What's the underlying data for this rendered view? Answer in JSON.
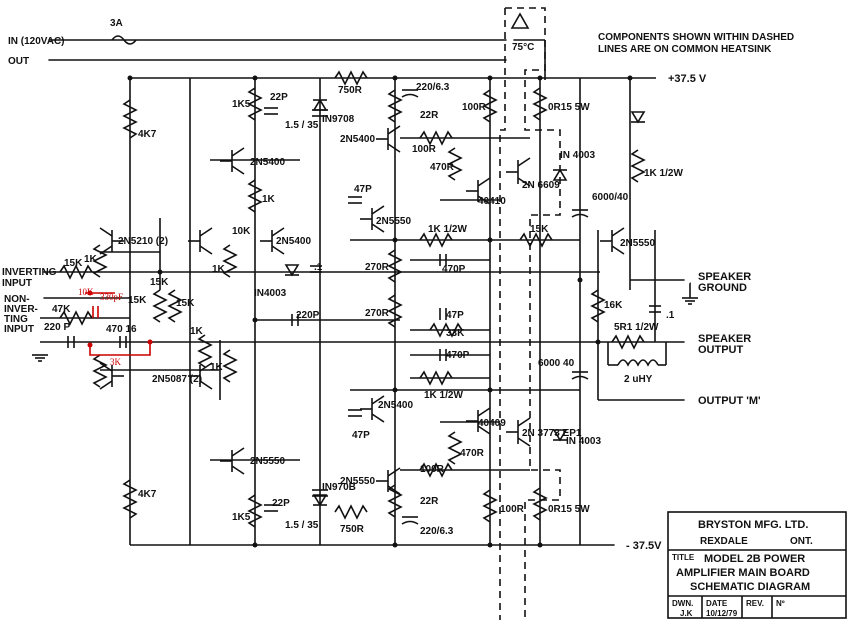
{
  "input": {
    "ac": "IN (120VAC)",
    "out": "OUT",
    "fuse": "3A",
    "thermal": "75°C"
  },
  "note": [
    "COMPONENTS SHOWN WITHIN DASHED",
    "LINES ARE ON COMMON HEATSINK"
  ],
  "rails": {
    "pos": "+37.5 V",
    "neg": "- 37.5V"
  },
  "terminals": {
    "inv": [
      "INVERTING",
      "INPUT"
    ],
    "noninv": [
      "NON-",
      "INVER-",
      "TING",
      "INPUT"
    ],
    "spk_gnd": [
      "SPEAKER",
      "GROUND"
    ],
    "spk_out": [
      "SPEAKER",
      "OUTPUT"
    ],
    "out_m": "OUTPUT 'M'"
  },
  "components": [
    {
      "id": "r-4k7-top",
      "label": "4K7"
    },
    {
      "id": "r-1k5-top",
      "label": "1K5"
    },
    {
      "id": "c-22p-top",
      "label": "22P"
    },
    {
      "id": "c-1-5-35-top",
      "label": "1.5 / 35"
    },
    {
      "id": "r-750r-top",
      "label": "750R"
    },
    {
      "id": "d-in9708",
      "label": "IN9708"
    },
    {
      "id": "c-220-63-top",
      "label": "220/6.3"
    },
    {
      "id": "r-22r-top",
      "label": "22R"
    },
    {
      "id": "r-100r-top-a",
      "label": "100R"
    },
    {
      "id": "r-100r-top-b",
      "label": "100R"
    },
    {
      "id": "r-0r15-top",
      "label": "0R15 5W"
    },
    {
      "id": "q-2n5400-top",
      "label": "2N5400"
    },
    {
      "id": "q-2n5400-driver",
      "label": "2N5400"
    },
    {
      "id": "r-470r-top",
      "label": "470R"
    },
    {
      "id": "d-in4003-top",
      "label": "IN 4003"
    },
    {
      "id": "q-2n6609",
      "label": "2N 6609"
    },
    {
      "id": "q-40410",
      "label": "40410"
    },
    {
      "id": "c-47p-top",
      "label": "47P"
    },
    {
      "id": "q-2n5550-top",
      "label": "2N5550"
    },
    {
      "id": "r-1k-half-top",
      "label": "1K 1/2W"
    },
    {
      "id": "r-15k-top",
      "label": "15K"
    },
    {
      "id": "c-6000-40-top",
      "label": "6000/40"
    },
    {
      "id": "led-1k-half",
      "label": "1K 1/2W"
    },
    {
      "id": "q-2n5550-out",
      "label": "2N5550"
    },
    {
      "id": "q-2n5210",
      "label": "2N5210 (2)"
    },
    {
      "id": "r-1k-a",
      "label": "1K"
    },
    {
      "id": "r-10k-pot",
      "label": "10K"
    },
    {
      "id": "q-2n5400-mid",
      "label": "2N5400"
    },
    {
      "id": "d-in4003-mid",
      "label": "IN4003"
    },
    {
      "id": "c-point1-mid",
      "label": ".1"
    },
    {
      "id": "r-270r-a",
      "label": "270R"
    },
    {
      "id": "r-270r-b",
      "label": "270R"
    },
    {
      "id": "c-470p-top",
      "label": "470P"
    },
    {
      "id": "r-15k-in",
      "label": "15K"
    },
    {
      "id": "r-47k",
      "label": "47K"
    },
    {
      "id": "c-220p-in",
      "label": "220 P"
    },
    {
      "id": "r-15k-b",
      "label": "15K"
    },
    {
      "id": "r-15k-c",
      "label": "15K"
    },
    {
      "id": "c-220p-mid",
      "label": "220P"
    },
    {
      "id": "c-47p-mid",
      "label": "47P"
    },
    {
      "id": "r-33k",
      "label": "33K"
    },
    {
      "id": "c-470p-mid",
      "label": "470P"
    },
    {
      "id": "r-1k-half-mid",
      "label": "1K 1/2W"
    },
    {
      "id": "c-470-16",
      "label": "470 16"
    },
    {
      "id": "r-1k-b",
      "label": "1K"
    },
    {
      "id": "r-1k-c",
      "label": "1K"
    },
    {
      "id": "r-1k-d",
      "label": "1K"
    },
    {
      "id": "q-2n5087",
      "label": "2N5087 (2)"
    },
    {
      "id": "r-16k",
      "label": "16K"
    },
    {
      "id": "r-5r1",
      "label": "5R1 1/2W"
    },
    {
      "id": "l-2uhy",
      "label": "2 uHY"
    },
    {
      "id": "c-point1-out",
      "label": ".1"
    },
    {
      "id": "c-6000-40-bot",
      "label": "6000 40"
    },
    {
      "id": "q-2n5400-bot",
      "label": "2N5400"
    },
    {
      "id": "c-47p-bot",
      "label": "47P"
    },
    {
      "id": "q-40409",
      "label": "40409"
    },
    {
      "id": "q-2n3773",
      "label": "2N 3773 EP1"
    },
    {
      "id": "d-in4003-bot",
      "label": "IN 4003"
    },
    {
      "id": "r-470r-bot",
      "label": "470R"
    },
    {
      "id": "r-100r-bot-a",
      "label": "100R"
    },
    {
      "id": "r-100r-bot-b",
      "label": "100R"
    },
    {
      "id": "q-2n5550-bot",
      "label": "2N5550"
    },
    {
      "id": "q-2n5550-bot2",
      "label": "2N5550"
    },
    {
      "id": "r-4k7-bot",
      "label": "4K7"
    },
    {
      "id": "r-1k5-bot",
      "label": "1K5"
    },
    {
      "id": "c-22p-bot",
      "label": "22P"
    },
    {
      "id": "c-1-5-35-bot",
      "label": "1.5 / 35"
    },
    {
      "id": "d-in970b",
      "label": "IN970B"
    },
    {
      "id": "r-750r-bot",
      "label": "750R"
    },
    {
      "id": "r-22r-bot",
      "label": "22R"
    },
    {
      "id": "c-220-63-bot",
      "label": "220/6.3"
    },
    {
      "id": "r-0r15-bot",
      "label": "0R15 5W"
    },
    {
      "id": "r-1k-e",
      "label": "1K"
    },
    {
      "id": "r-15k-d",
      "label": "15K"
    }
  ],
  "red_mods": {
    "r": "10K",
    "c": "330pF",
    "x": "3K"
  },
  "title_block": {
    "company": "BRYSTON MFG. LTD.",
    "city": "REXDALE",
    "prov": "ONT.",
    "title_label": "TITLE",
    "title": [
      "MODEL 2B  POWER",
      "AMPLIFIER MAIN BOARD",
      "SCHEMATIC DIAGRAM"
    ],
    "dwn_label": "DWN.",
    "dwn": "J.K",
    "date_label": "DATE",
    "date": "10/12/79",
    "rev_label": "REV.",
    "no_label": "Nº"
  }
}
